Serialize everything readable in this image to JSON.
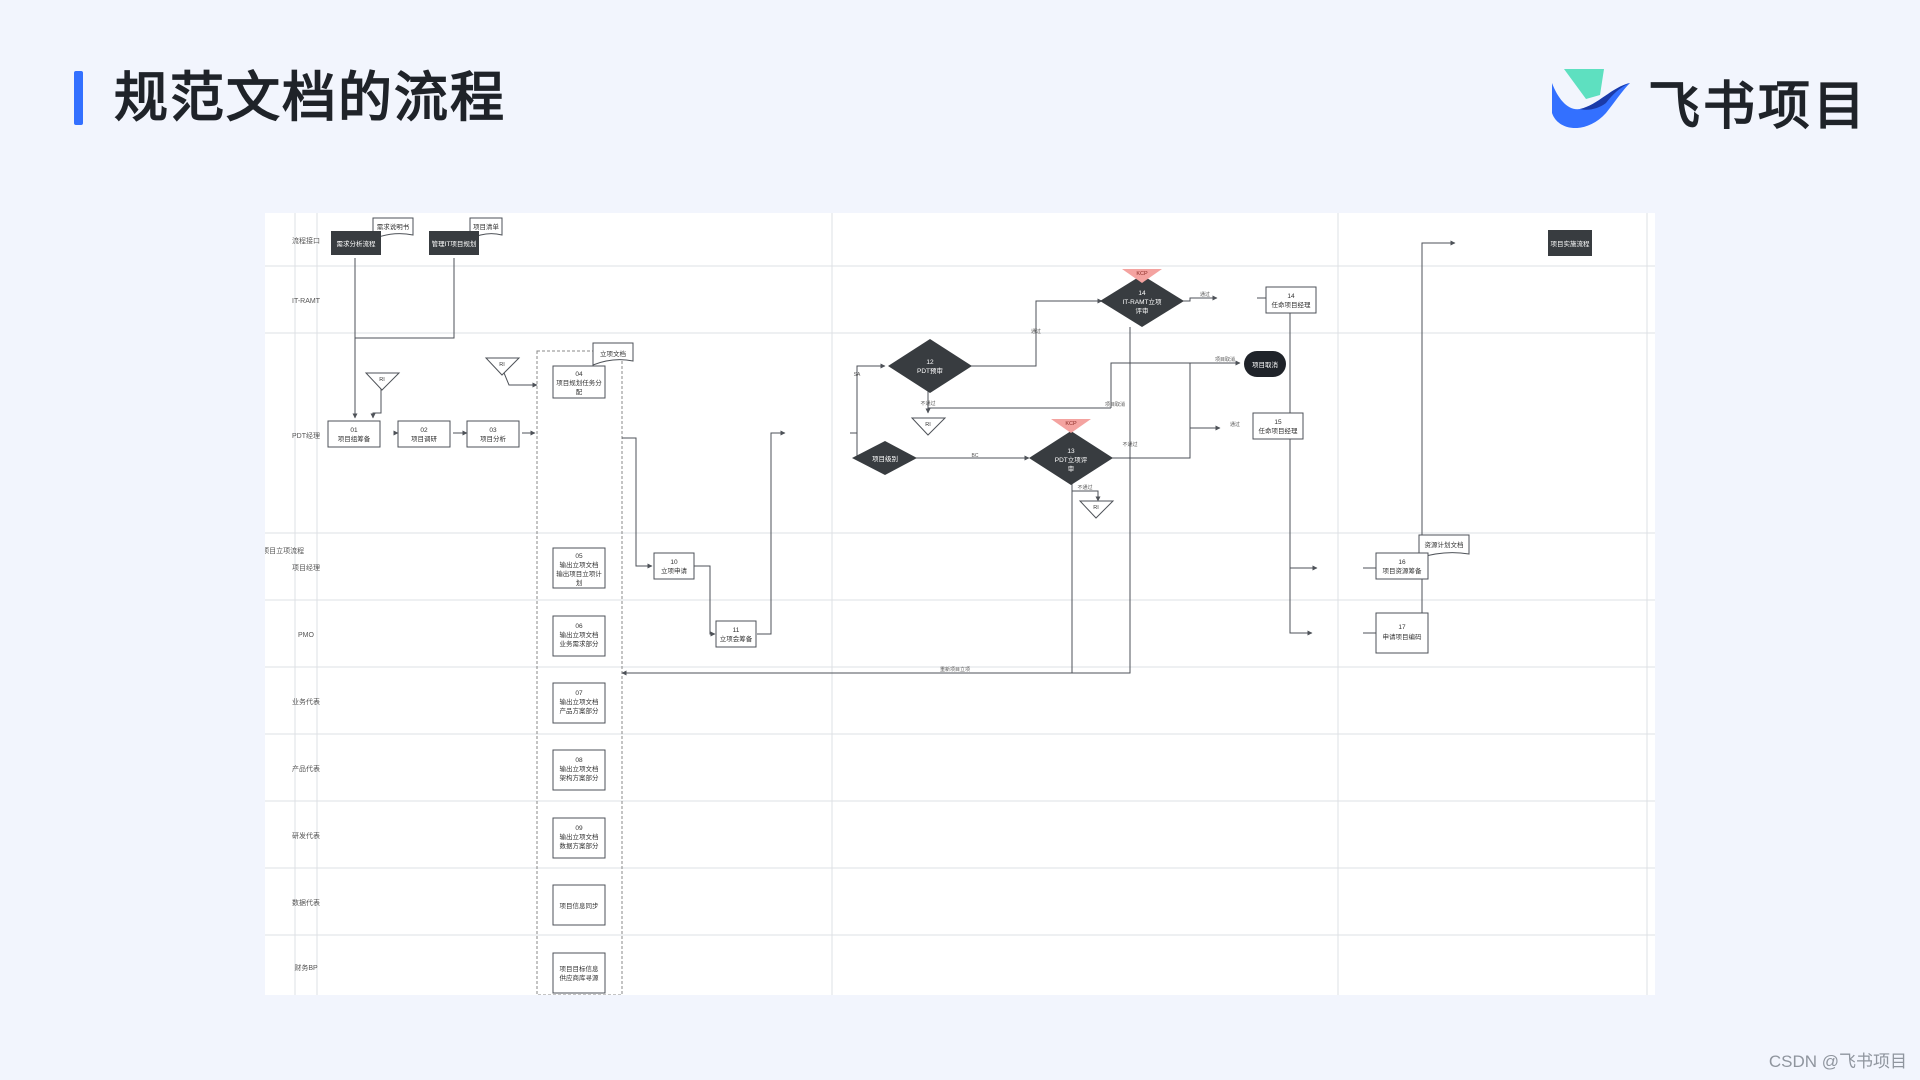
{
  "title": "规范文档的流程",
  "logo": {
    "text": "飞书项目",
    "icon": "feishu-bird-icon"
  },
  "credit": "CSDN @飞书项目",
  "diagram": {
    "group_label": "IT项目立项流程",
    "lanes": [
      "流程接口",
      "IT-RAMT",
      "PDT经理",
      "项目经理",
      "PMO",
      "业务代表",
      "产品代表",
      "研发代表",
      "数据代表",
      "财务BP"
    ],
    "docs": {
      "req_spec": "需求说明书",
      "project_list": "项目清单",
      "initiation_doc": "立项文档",
      "resource_doc": "资源计划文档"
    },
    "dark_boxes": {
      "req_flow": "需求分析流程",
      "it_plan": "管理IT项目规划",
      "impl_flow": "项目实施流程"
    },
    "steps": {
      "s01a": "01",
      "s01b": "项目组筹备",
      "s02a": "02",
      "s02b": "项目调研",
      "s03a": "03",
      "s03b": "项目分析",
      "s04a": "04",
      "s04b": "项目规划任务分",
      "s04c": "配",
      "s05a": "05",
      "s05b": "输出立项文档",
      "s05c": "输出项目立项计",
      "s05d": "划",
      "s06a": "06",
      "s06b": "输出立项文档",
      "s06c": "业务需求部分",
      "s07a": "07",
      "s07b": "输出立项文档",
      "s07c": "产品方案部分",
      "s08a": "08",
      "s08b": "输出立项文档",
      "s08c": "架构方案部分",
      "s09a": "09",
      "s09b": "输出立项文档",
      "s09c": "数据方案部分",
      "s_sync": "项目信息同步",
      "s_fin_a": "项目目标信息",
      "s_fin_b": "供应商库寻源",
      "s10a": "10",
      "s10b": "立项申请",
      "s11a": "11",
      "s11b": "立项会筹备",
      "s14a": "14",
      "s14b": "任命项目经理",
      "s15a": "15",
      "s15b": "任命项目经理",
      "s16a": "16",
      "s16b": "项目资源筹备",
      "s17a": "17",
      "s17b": "申请项目编码"
    },
    "decisions": {
      "scope": "项目级别",
      "d12a": "12",
      "d12b": "PDT预审",
      "d13a": "13",
      "d13b": "PDT立项评",
      "d13c": "审",
      "d14a": "14",
      "d14b": "IT-RAMT立项",
      "d14c": "评审"
    },
    "kcp": "KCP",
    "ri": "RI",
    "cancel": "项目取消",
    "edge_labels": {
      "sa": "SA",
      "bc": "BC",
      "pass": "通过",
      "pass2": "通过",
      "pass3": "通过",
      "fail": "不通过",
      "fail2": "不通过",
      "fail3": "不通过",
      "cancel_proj": "项目取消",
      "cancel_proj2": "项目取消",
      "restart": "重新项目立项"
    }
  },
  "colors": {
    "accent": "#3370ff",
    "dark": "#383c40",
    "kcp": "#f4a3a0",
    "line": "#4e5258"
  }
}
